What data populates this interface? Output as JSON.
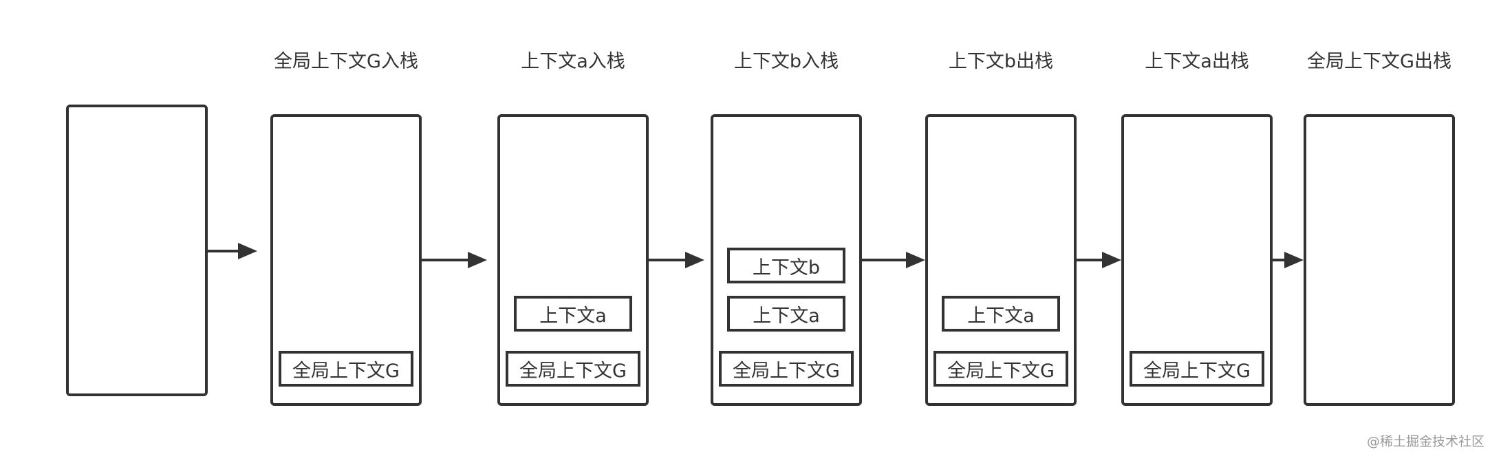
{
  "stages": [
    {
      "title": "",
      "frames": []
    },
    {
      "title": "全局上下文G入栈",
      "frames": [
        "全局上下文G"
      ]
    },
    {
      "title": "上下文a入栈",
      "frames": [
        "全局上下文G",
        "上下文a"
      ]
    },
    {
      "title": "上下文b入栈",
      "frames": [
        "全局上下文G",
        "上下文a",
        "上下文b"
      ]
    },
    {
      "title": "上下文b出栈",
      "frames": [
        "全局上下文G",
        "上下文a"
      ]
    },
    {
      "title": "上下文a出栈",
      "frames": [
        "全局上下文G"
      ]
    },
    {
      "title": "全局上下文G出栈",
      "frames": []
    }
  ],
  "watermark": "@稀土掘金技术社区",
  "colors": {
    "stroke": "#333333",
    "text": "#333333",
    "watermark": "#9a9a9a"
  }
}
